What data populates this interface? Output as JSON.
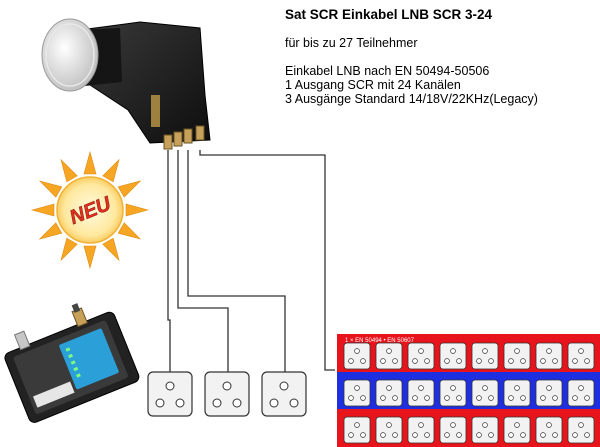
{
  "heading": {
    "title": "Sat SCR Einkabel LNB SCR 3-24",
    "subtitle": "für bis zu 27 Teilnehmer",
    "spec_lines": [
      "Einkabel LNB nach EN 50494-50506",
      "1 Ausgang SCR mit 24 Kanälen",
      "3 Ausgänge Standard 14/18V/22KHz(Legacy)"
    ]
  },
  "badge": {
    "label": "NEU"
  },
  "colors": {
    "lnb_body": "#1b1b1b",
    "lnb_dish": "#d9d9d9",
    "sun_orange": "#f6a623",
    "sun_yellow": "#fff2a8",
    "neu_red": "#e0301e",
    "scr_red": "#e8141c",
    "scr_blue": "#1d2fe0",
    "socket_face": "#f2f2f2",
    "meter_case": "#222222",
    "meter_screen": "#2a9fd8"
  },
  "scr_panel": {
    "rows": 3,
    "columns": 8,
    "strip_label": "1 × EN 50494 • EN 50607"
  },
  "legacy_sockets": {
    "count": 3
  }
}
